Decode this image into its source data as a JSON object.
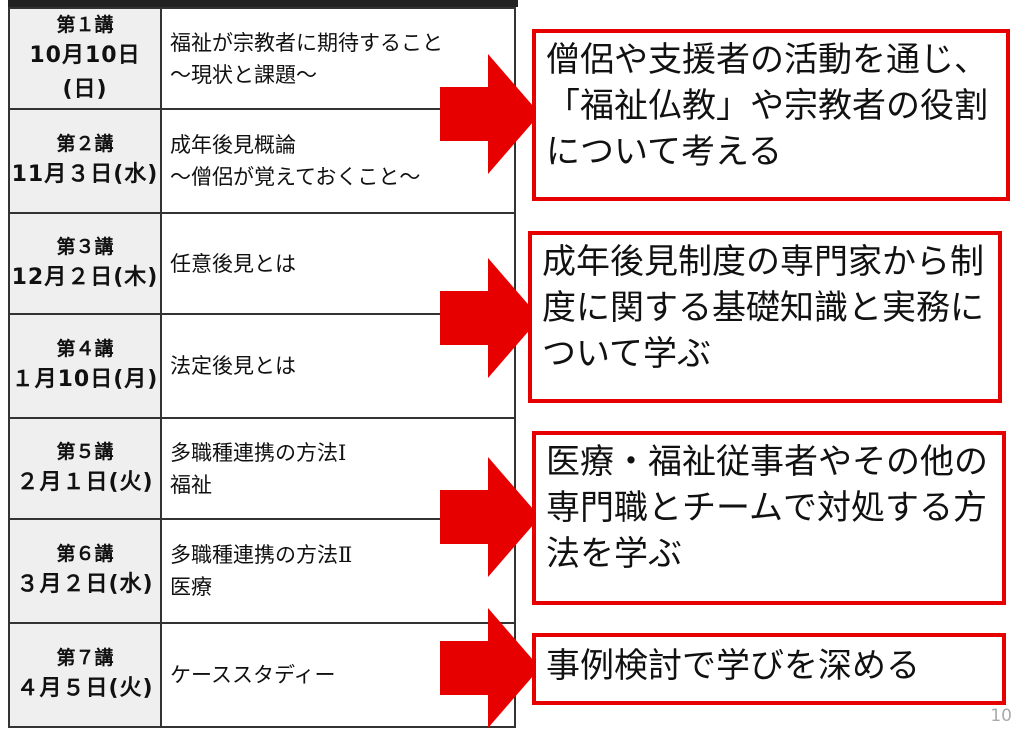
{
  "lectures": [
    {
      "num": "第１講",
      "date": "10月10日(日)",
      "topic": [
        "福祉が宗教者に期待すること",
        "〜現状と課題〜"
      ]
    },
    {
      "num": "第２講",
      "date": "11月３日(水)",
      "topic": [
        "成年後見概論",
        "〜僧侶が覚えておくこと〜"
      ]
    },
    {
      "num": "第３講",
      "date": "12月２日(木)",
      "topic": [
        "任意後見とは"
      ]
    },
    {
      "num": "第４講",
      "date": "１月10日(月)",
      "topic": [
        "法定後見とは"
      ]
    },
    {
      "num": "第５講",
      "date": "２月１日(火)",
      "topic": [
        "多職種連携の方法Ⅰ",
        "福祉"
      ]
    },
    {
      "num": "第６講",
      "date": "３月２日(水)",
      "topic": [
        "多職種連携の方法Ⅱ",
        "医療"
      ]
    },
    {
      "num": "第７講",
      "date": "４月５日(火)",
      "topic": [
        "ケーススタディー"
      ]
    }
  ],
  "callouts": [
    "僧侶や支援者の活動を通じ、「福祉仏教」や宗教者の役割について考える",
    "成年後見制度の専門家から制度に関する基礎知識と実務について学ぶ",
    "医療・福祉従事者やその他の専門職とチームで対処する方法を学ぶ",
    "事例検討で学びを深める"
  ],
  "slide_number": "10",
  "colors": {
    "accent": "#e60000",
    "lecture_bg": "#efefef"
  }
}
